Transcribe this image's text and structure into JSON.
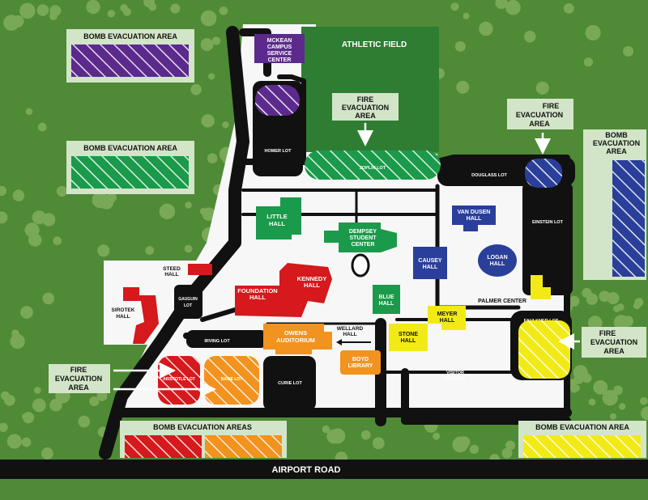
{
  "colors": {
    "grass": "#4f8a36",
    "road": "#111111",
    "panel": "#d3e5c8",
    "purple": "#5b2a8c",
    "green": "#1a9a4a",
    "darkgreen": "#2f7d32",
    "blue": "#2a3f9a",
    "red": "#d5191c",
    "orange": "#f2921f",
    "yellow": "#f2ea16"
  },
  "road": {
    "name": "AIRPORT ROAD"
  },
  "athletic_field": "ATHLETIC FIELD",
  "evac_panels": {
    "bomb_1": "BOMB EVACUATION AREA",
    "bomb_2": "BOMB EVACUATION AREA",
    "bomb_right_1": "BOMB",
    "bomb_right_2": "EVACUATION",
    "bomb_right_3": "AREA",
    "fire_center_1": "FIRE",
    "fire_center_2": "EVACUATION",
    "fire_center_3": "AREA",
    "fire_ne_1": "FIRE",
    "fire_ne_2": "EVACUATION",
    "fire_ne_3": "AREA",
    "fire_left_1": "FIRE",
    "fire_left_2": "EVACUATION",
    "fire_left_3": "AREA",
    "fire_right_1": "FIRE",
    "fire_right_2": "EVACUATION",
    "fire_right_3": "AREA",
    "bomb_bottom_left": "BOMB EVACUATION AREAS",
    "bomb_bottom_right": "BOMB EVACUATION AREA"
  },
  "buildings": {
    "mckean_1": "MCKEAN",
    "mckean_2": "CAMPUS",
    "mckean_3": "SERVICE",
    "mckean_4": "CENTER",
    "little_1": "LITTLE",
    "little_2": "HALL",
    "dempsey_1": "DEMPSEY",
    "dempsey_2": "STUDENT",
    "dempsey_3": "CENTER",
    "vandusen_1": "VAN DUSEN",
    "vandusen_2": "HALL",
    "causey_1": "CAUSEY",
    "causey_2": "HALL",
    "logan_1": "LOGAN",
    "logan_2": "HALL",
    "steed_1": "STEED",
    "steed_2": "HALL",
    "kennedy_1": "KENNEDY",
    "kennedy_2": "HALL",
    "foundation_1": "FOUNDATION",
    "foundation_2": "HALL",
    "gauguin_1": "GAUGUIN",
    "gauguin_2": "LOT",
    "sirotek_1": "SIROTEK",
    "sirotek_2": "HALL",
    "blue_1": "BLUE",
    "blue_2": "HALL",
    "meyer_1": "MEYER",
    "meyer_2": "HALL",
    "palmer": "PALMER CENTER",
    "wellard_1": "WELLARD",
    "wellard_2": "HALL",
    "stone_1": "STONE",
    "stone_2": "HALL",
    "owens_1": "OWENS",
    "owens_2": "AUDITORIUM",
    "boyd_1": "BOYD",
    "boyd_2": "LIBRARY"
  },
  "lots": {
    "homer": "HOMER LOT",
    "joplin": "JOPLIN LOT",
    "douglass": "DOUGLASS LOT",
    "einstein": "EINSTEIN LOT",
    "faulkner": "FAULKNER LOT",
    "irving": "IRVING LOT",
    "aristotle": "ARISTOTLE LOT",
    "basie": "BASIE LOT",
    "curie": "CURIE LOT",
    "visitor_1": "VISITOR",
    "visitor_2": "PARKING"
  }
}
